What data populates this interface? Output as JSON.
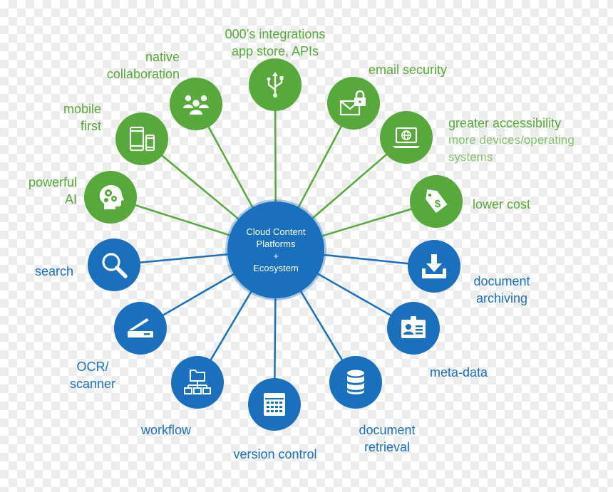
{
  "center": {
    "line1": "Cloud Content",
    "line2": "Platforms",
    "line3": "+",
    "line4": "Ecosystem"
  },
  "nodes": {
    "integrations": {
      "line1": "000’s integrations",
      "line2": "app store, APIs",
      "icon": "usb-icon"
    },
    "collaboration": {
      "line1": "native",
      "line2": "collaboration",
      "icon": "people-group-icon"
    },
    "email_security": {
      "line1": "email security",
      "icon": "email-lock-icon"
    },
    "mobile": {
      "line1": "mobile",
      "line2": "first",
      "icon": "mobile-devices-icon"
    },
    "accessibility": {
      "line1": "greater accessibility",
      "line2": "more devices/operating",
      "line3": "systems",
      "icon": "laptop-globe-icon"
    },
    "ai": {
      "line1": "powerful",
      "line2": "AI",
      "icon": "head-gears-icon"
    },
    "cost": {
      "line1": "lower cost",
      "icon": "price-tag-icon"
    },
    "search": {
      "line1": "search",
      "icon": "magnifier-icon"
    },
    "archiving": {
      "line1": "document",
      "line2": "archiving",
      "icon": "download-tray-icon"
    },
    "ocr": {
      "line1": "OCR/",
      "line2": "scanner",
      "icon": "scanner-icon"
    },
    "metadata": {
      "line1": "meta-data",
      "icon": "id-badge-icon"
    },
    "workflow": {
      "line1": "workflow",
      "icon": "folder-tree-icon"
    },
    "retrieval": {
      "line1": "document",
      "line2": "retrieval",
      "icon": "database-icon"
    },
    "version": {
      "line1": "version control",
      "icon": "calendar-grid-icon"
    }
  },
  "colors": {
    "green": "#56a93a",
    "light_green": "#7fc46a",
    "blue": "#1a70bd",
    "line_green": "#56a93a",
    "line_blue": "#1a70bd"
  }
}
